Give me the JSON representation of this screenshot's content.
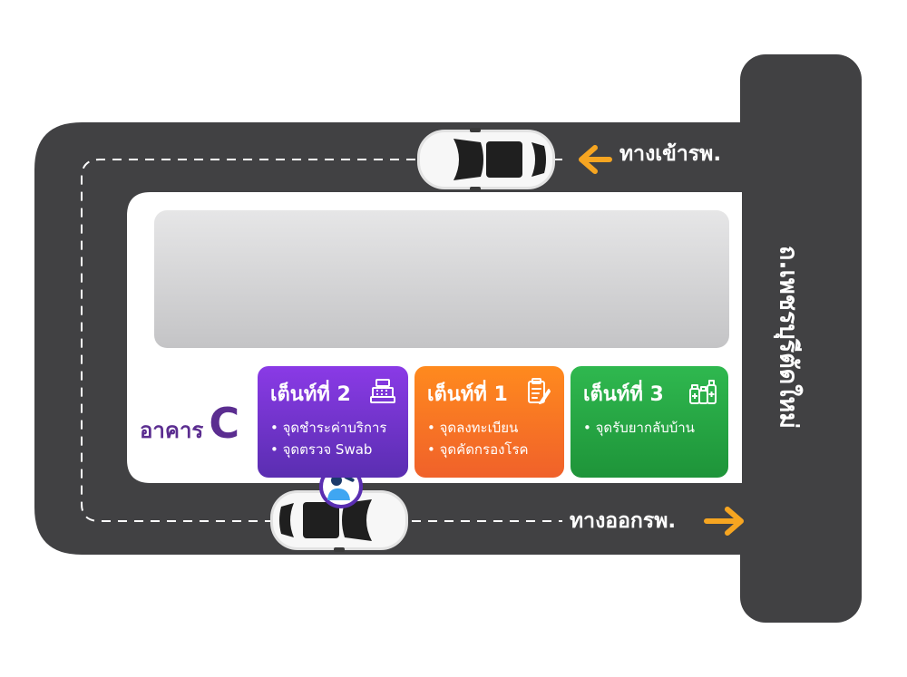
{
  "colors": {
    "road": "#414143",
    "arrow": "#f6a521",
    "building_text": "#5b2d90",
    "tent_2": "#6f32cf",
    "tent_1": "#f7761f",
    "tent_3": "#26a545"
  },
  "entrance": {
    "label": "ทางเข้ารพ.",
    "icon": "arrow-left-icon"
  },
  "exit": {
    "label": "ทางออกรพ.",
    "icon": "arrow-right-icon"
  },
  "road": {
    "name": "ถ.เพชรบุรีตัดใหม่"
  },
  "building": {
    "label": "อาคาร",
    "letter": "C"
  },
  "tents": [
    {
      "title": "เต็นท์ที่ 2",
      "icon": "cash-register-icon",
      "items": [
        "จุดชำระค่าบริการ",
        "จุดตรวจ Swab"
      ]
    },
    {
      "title": "เต็นท์ที่ 1",
      "icon": "clipboard-pen-icon",
      "items": [
        "จุดลงทะเบียน",
        "จุดคัดกรองโรค"
      ]
    },
    {
      "title": "เต็นท์ที่ 3",
      "icon": "medicine-bottles-icon",
      "items": [
        "จุดรับยากลับบ้าน"
      ]
    }
  ],
  "swab_badge": {
    "icon": "swab-worker-icon"
  }
}
